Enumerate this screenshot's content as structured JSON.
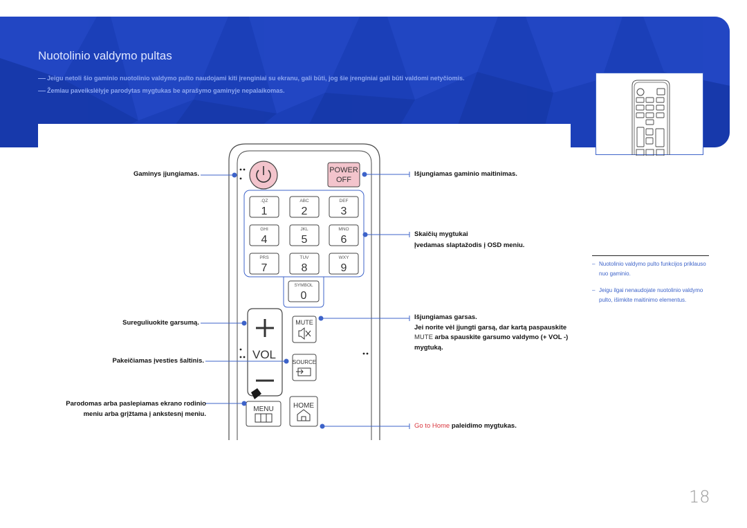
{
  "header": {
    "title": "Nuotolinio valdymo pultas",
    "notes": [
      "Jeigu netoli šio gaminio nuotolinio valdymo pulto naudojami kiti įrenginiai su ekranu, gali būti, jog šie įrenginiai gali būti valdomi netyčiomis.",
      "Žemiau paveikslėlyje parodytas mygtukas be aprašymo gaminyje nepalaikomas."
    ]
  },
  "remote": {
    "power_off_label": [
      "POWER",
      "OFF"
    ],
    "keys": [
      {
        "letters": ".QZ",
        "digit": "1"
      },
      {
        "letters": "ABC",
        "digit": "2"
      },
      {
        "letters": "DEF",
        "digit": "3"
      },
      {
        "letters": "GHI",
        "digit": "4"
      },
      {
        "letters": "JKL",
        "digit": "5"
      },
      {
        "letters": "MNO",
        "digit": "6"
      },
      {
        "letters": "PRS",
        "digit": "7"
      },
      {
        "letters": "TUV",
        "digit": "8"
      },
      {
        "letters": "WXY",
        "digit": "9"
      },
      {
        "letters": "SYMBOL",
        "digit": "0"
      }
    ],
    "mute_label": "MUTE",
    "vol_label": "VOL",
    "source_label": "SOURCE",
    "menu_label": "MENU",
    "home_label": "HOME"
  },
  "callouts": {
    "power_on": "Gaminys įjungiamas.",
    "power_off": "Išjungiamas gaminio maitinimas.",
    "number_keys_title": "Skaičių mygtukai",
    "number_keys_desc": "Įvedamas slaptažodis į OSD meniu.",
    "mute_title": "Išjungiamas garsas.",
    "mute_desc_1": "Jei norite vėl įjungti garsą, dar kartą paspauskite",
    "mute_desc_2_key": "MUTE",
    "mute_desc_2_rest": " arba spauskite garsumo valdymo (+ VOL -)",
    "mute_desc_3": "mygtuką.",
    "volume": "Sureguliuokite garsumą.",
    "source": "Pakeičiamas įvesties šaltinis.",
    "menu_1": "Parodomas arba paslepiamas ekrano rodinio",
    "menu_2": "meniu arba grįžtama į ankstesnį meniu.",
    "home_link": "Go to Home",
    "home_rest": " paleidimo mygtukas."
  },
  "side_notes": [
    "Nuotolinio valdymo pulto funkcijos priklauso nuo gaminio.",
    "Jeigu ilgai nenaudojate nuotolinio valdymo pulto, išimkite maitinimo elementus."
  ],
  "page_number": "18",
  "colors": {
    "banner": "#1b3fb8",
    "accent": "#3d63c9",
    "power_button_fill": "#f3c4cc",
    "link_red": "#d9363e"
  }
}
